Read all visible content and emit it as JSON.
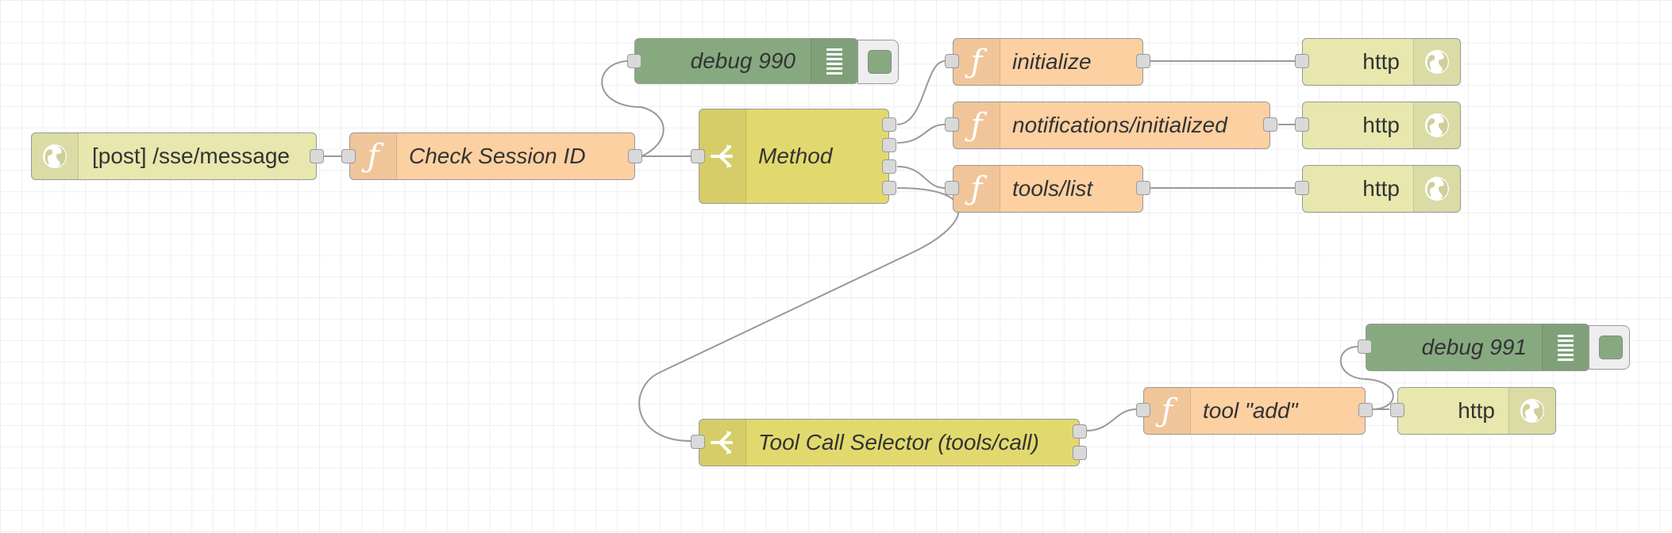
{
  "colors": {
    "http_in": "#e7e7ae",
    "function": "#fdd0a2",
    "switch": "#e2d96e",
    "debug": "#87a980",
    "http_response": "#e7e7ae",
    "wire": "#999999",
    "port": "#d9d9d9"
  },
  "nodes": {
    "http_in": {
      "label": "[post] /sse/message",
      "icon": "globe-icon"
    },
    "check_session": {
      "label": "Check Session ID",
      "icon": "function-icon"
    },
    "debug_990": {
      "label": "debug 990",
      "icon": "list-icon"
    },
    "method": {
      "label": "Method",
      "icon": "switch-icon"
    },
    "fn_initialize": {
      "label": "initialize",
      "icon": "function-icon"
    },
    "fn_notifications": {
      "label": "notifications/initialized",
      "icon": "function-icon"
    },
    "fn_tools_list": {
      "label": "tools/list",
      "icon": "function-icon"
    },
    "http_1": {
      "label": "http",
      "icon": "globe-icon"
    },
    "http_2": {
      "label": "http",
      "icon": "globe-icon"
    },
    "http_3": {
      "label": "http",
      "icon": "globe-icon"
    },
    "debug_991": {
      "label": "debug 991",
      "icon": "list-icon"
    },
    "tool_selector": {
      "label": "Tool Call Selector (tools/call)",
      "icon": "switch-icon"
    },
    "fn_tool_add": {
      "label": "tool \"add\"",
      "icon": "function-icon"
    },
    "http_4": {
      "label": "http",
      "icon": "globe-icon"
    }
  },
  "glyphs": {
    "function": "ƒ"
  }
}
